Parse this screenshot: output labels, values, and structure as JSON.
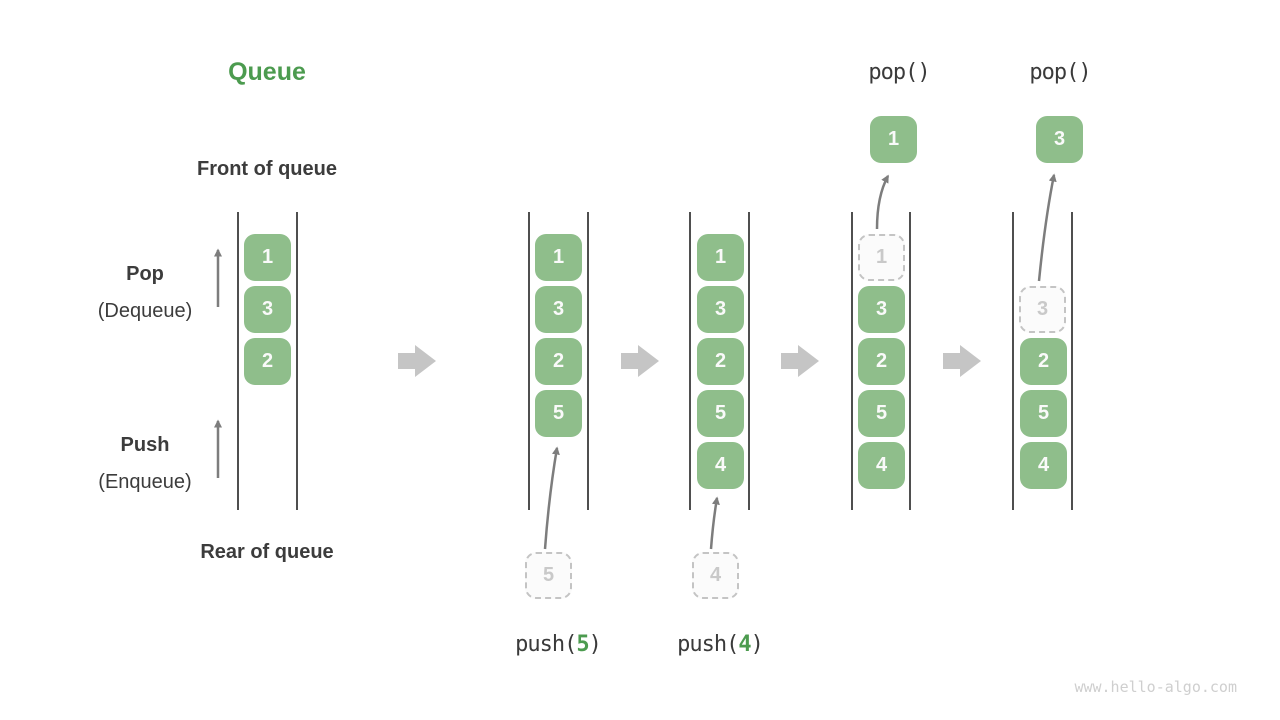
{
  "title": "Queue",
  "side_labels": {
    "front": "Front of queue",
    "rear": "Rear of queue",
    "pop_main": "Pop",
    "pop_sub": "(Dequeue)",
    "push_main": "Push",
    "push_sub": "(Enqueue)"
  },
  "queues": [
    {
      "state": "initial",
      "cells": [
        "1",
        "3",
        "2"
      ]
    },
    {
      "state": "after-push-5",
      "cells": [
        "1",
        "3",
        "2",
        "5"
      ],
      "push": {
        "fn": "push(",
        "arg": "5",
        "close": ")",
        "staged": "5"
      }
    },
    {
      "state": "after-push-4",
      "cells": [
        "1",
        "3",
        "2",
        "5",
        "4"
      ],
      "push": {
        "fn": "push(",
        "arg": "4",
        "close": ")",
        "staged": "4"
      }
    },
    {
      "state": "pop-1",
      "removed": "1",
      "cells": [
        "3",
        "2",
        "5",
        "4"
      ],
      "pop": {
        "label": "pop()",
        "value": "1"
      }
    },
    {
      "state": "pop-3",
      "removed": "3",
      "cells": [
        "2",
        "5",
        "4"
      ],
      "pop": {
        "label": "pop()",
        "value": "3"
      }
    }
  ],
  "watermark": "www.hello-algo.com",
  "colors": {
    "accent_green": "#4c9b4f",
    "cell_green": "#8fbe8b",
    "cell_text": "#fafafa",
    "label_dark": "#3c3c3c",
    "flow_arrow_gray": "#c5c5c5",
    "thin_arrow_gray": "#7d7d7d",
    "rail_gray": "#4f4f4f",
    "dashed_gray": "#c4c4c4",
    "watermark_gray": "#cfcfcf"
  }
}
